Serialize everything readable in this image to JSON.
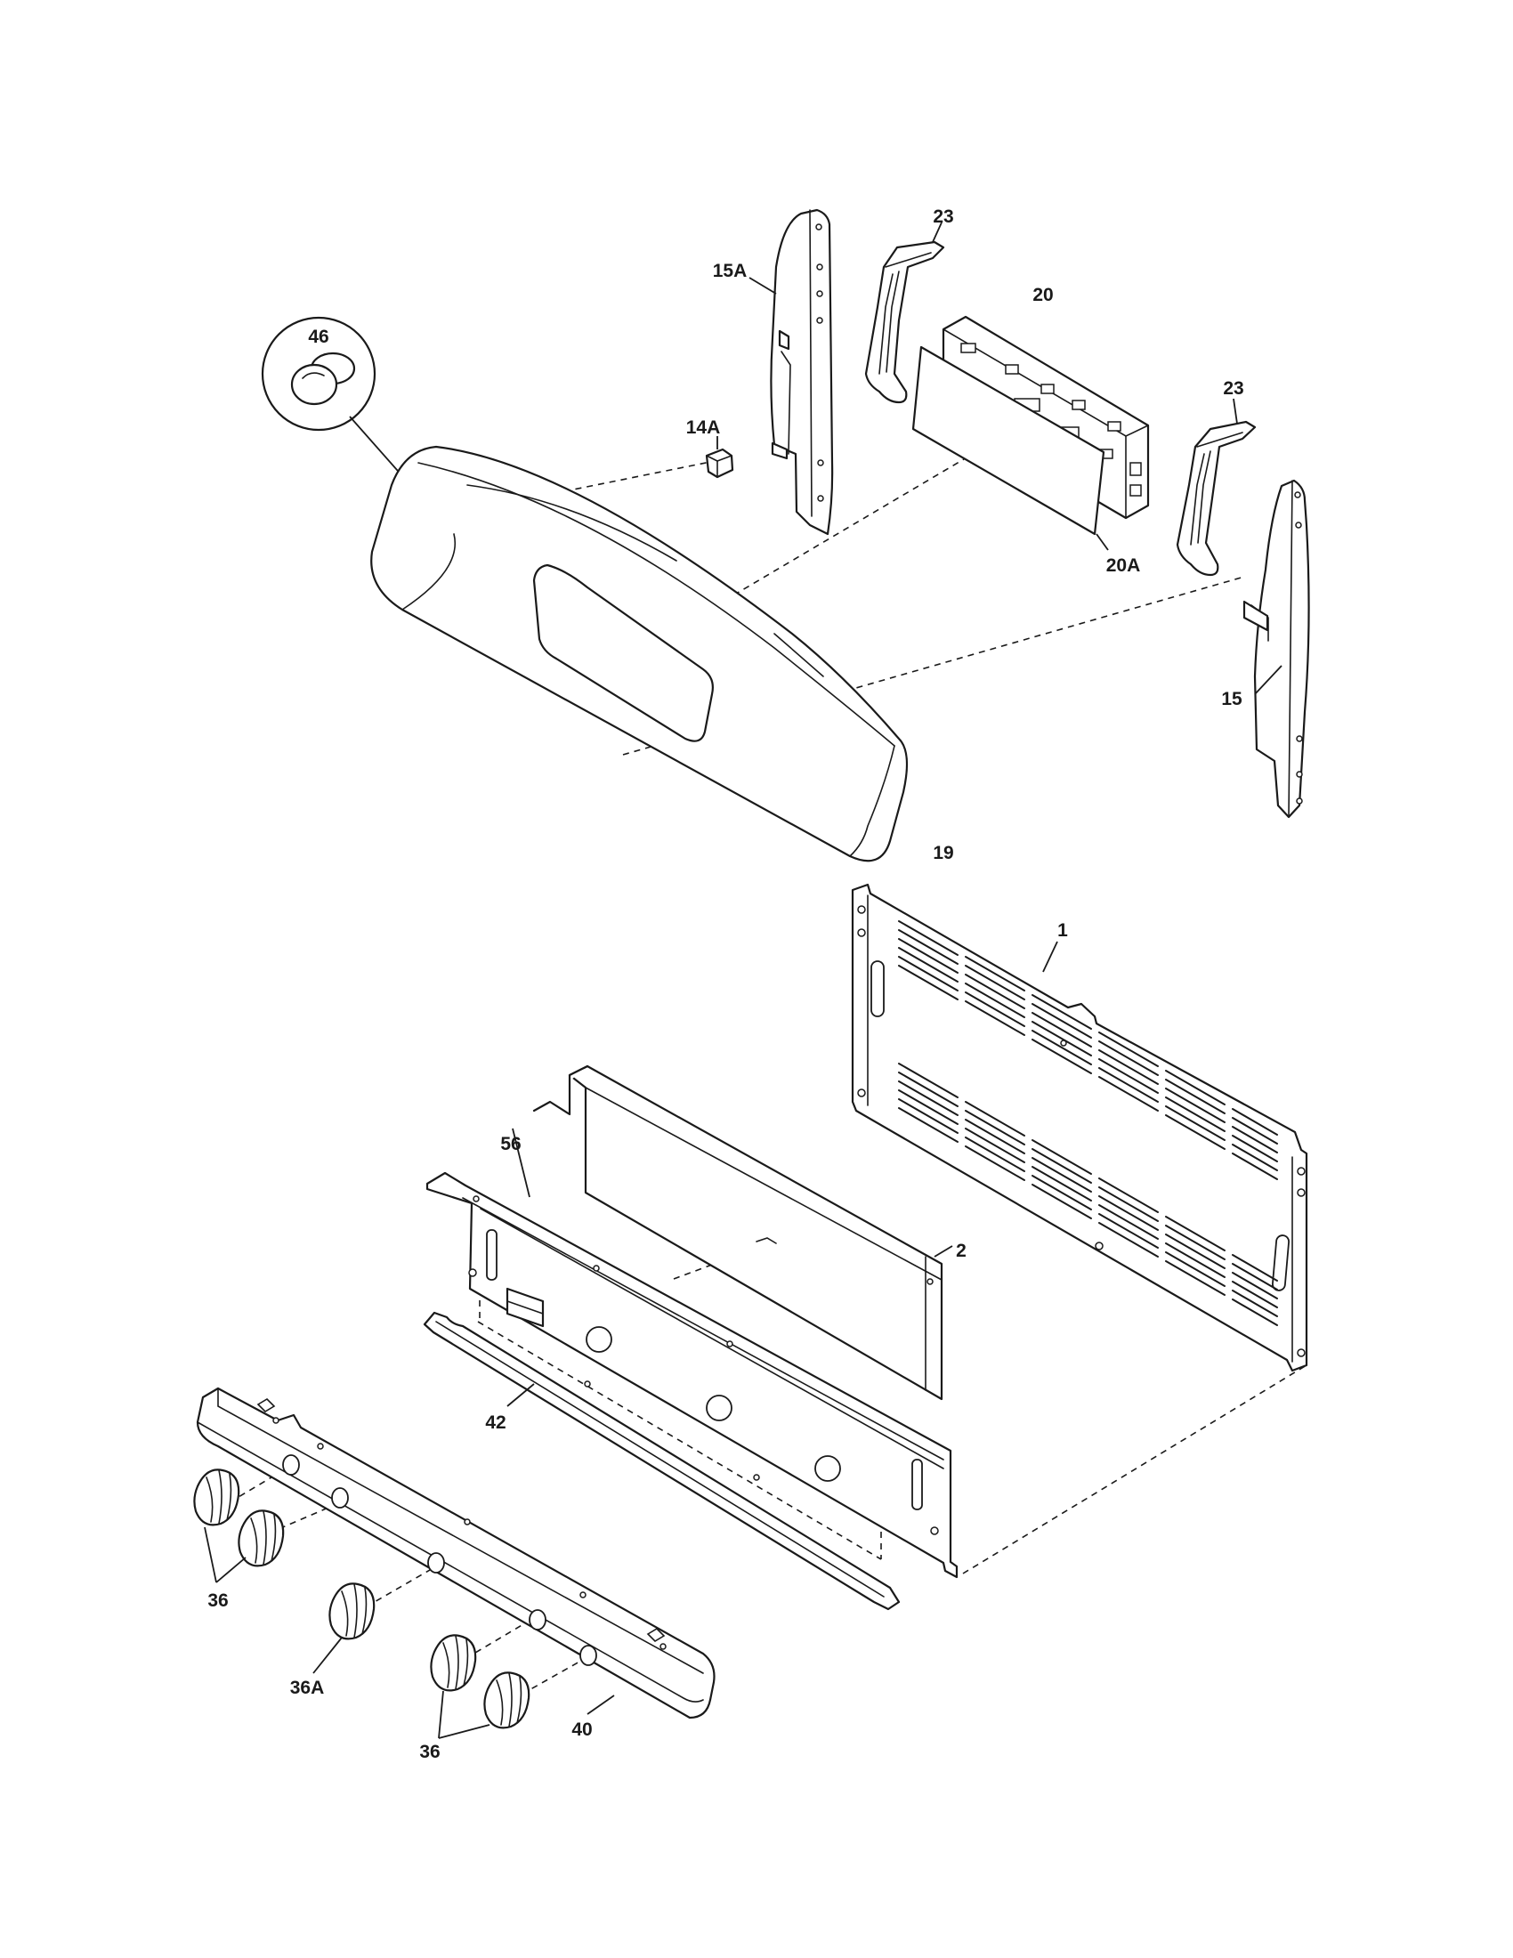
{
  "callouts": {
    "c1": "1",
    "c2": "2",
    "c14A": "14A",
    "c15": "15",
    "c15A": "15A",
    "c19": "19",
    "c20": "20",
    "c20A": "20A",
    "c23a": "23",
    "c23b": "23",
    "c36a": "36",
    "c36b": "36",
    "c36A": "36A",
    "c40": "40",
    "c42": "42",
    "c46": "46",
    "c56": "56"
  }
}
